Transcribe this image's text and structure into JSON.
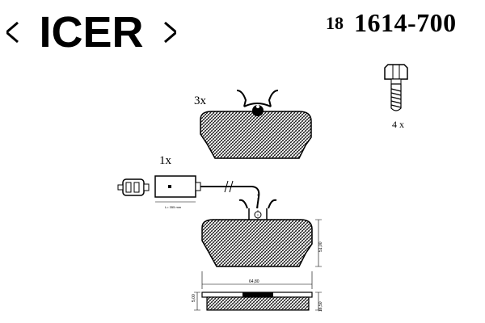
{
  "brand": {
    "logo_text": "ICER"
  },
  "part_number": {
    "prefix": "18",
    "main": "1614-700"
  },
  "components": {
    "pads": {
      "quantity_label": "3x"
    },
    "sensor": {
      "quantity_label": "1x",
      "cable_length_label": "L= 355 mm"
    },
    "bolts": {
      "quantity_label": "4 x"
    }
  },
  "dimensions": {
    "width_label": "64,80",
    "height_label": "51,00",
    "thickness_label": "16,50",
    "backplate_label": "5,00"
  },
  "colors": {
    "ink": "#000000",
    "background": "#ffffff"
  }
}
